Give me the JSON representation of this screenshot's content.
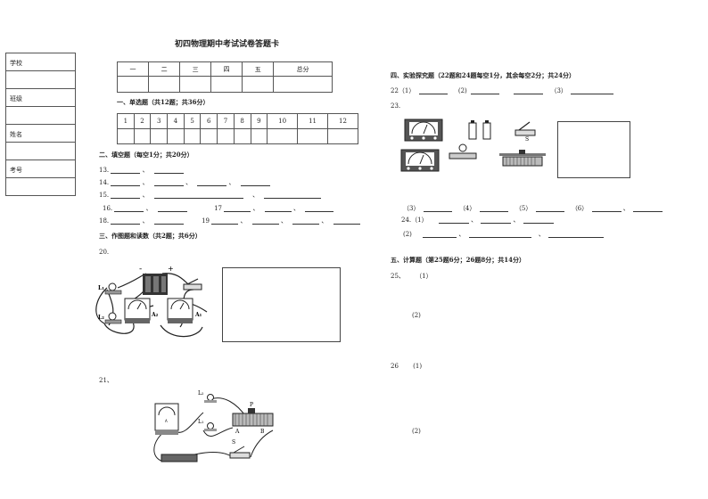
{
  "title": "初四物理期中考试试卷答题卡",
  "sidebar": {
    "fields": [
      "学校",
      "班级",
      "姓名",
      "考号"
    ]
  },
  "score_table": {
    "headers": [
      "一",
      "二",
      "三",
      "四",
      "五",
      "总分"
    ]
  },
  "section1": {
    "title": "一、单选题（共12题；共36分）",
    "numbers": [
      "1",
      "2",
      "3",
      "4",
      "5",
      "6",
      "7",
      "8",
      "9",
      "10",
      "11",
      "12"
    ]
  },
  "section2": {
    "title": "二、填空题（每空1分；共20分）",
    "q13": "13.",
    "q14": "14.",
    "q15": "15.",
    "q16": "16.",
    "q17": "17",
    "q18": "18.",
    "q19": "19",
    "sep": "、"
  },
  "section3": {
    "title": "三、作图题和读数（共2题；共6分）",
    "q20": "20.",
    "q21": "21、"
  },
  "circuit20": {
    "minus": "-",
    "plus": "+",
    "L1": "L₁",
    "L2": "L₂",
    "A1": "A₁",
    "A2": "A₂"
  },
  "circuit21": {
    "L1": "L₁",
    "L2": "L₂",
    "P": "P",
    "A": "A",
    "B": "B",
    "S": "S",
    "meter": "A"
  },
  "section4": {
    "title": "四、实验探究题（22题和24题每空1分，其余每空2分；共24分）",
    "q22": "22（1）",
    "q22_2": "(2)",
    "q22_3": "（3）",
    "q23": "23.",
    "q23_3": "（3）",
    "q23_4": "（4）",
    "q23_5": "（5）",
    "q23_6": "（6）",
    "q24": "24.（1）",
    "q24_2": "(2)",
    "apparatus_S": "S"
  },
  "section5": {
    "title": "五、计算题（第25题6分；26题8分；共14分）",
    "q25": "25、",
    "q25_1": "（1）",
    "q25_2": "(2)",
    "q26": "26",
    "q26_1": "(1)",
    "q26_2": "(2)"
  }
}
